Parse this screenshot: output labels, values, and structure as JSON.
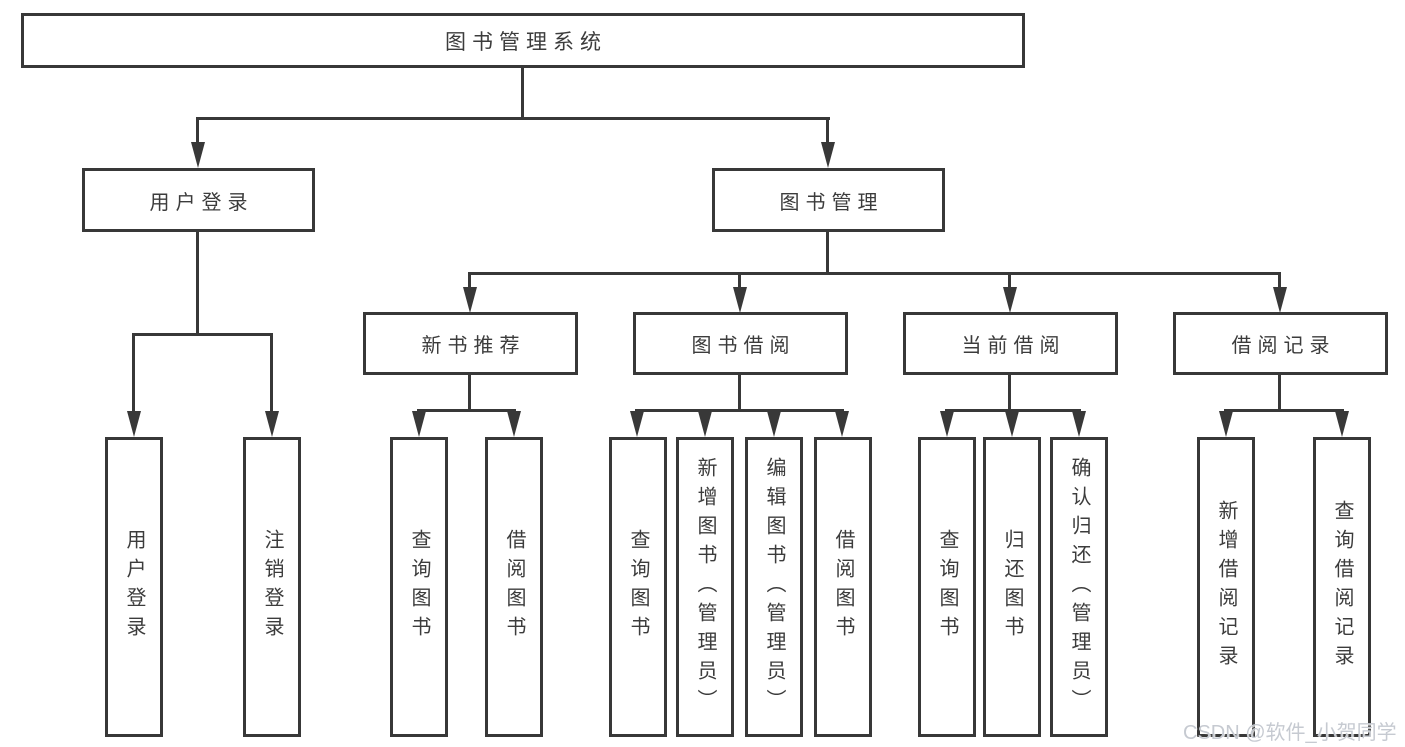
{
  "tree": {
    "label": "图书管理系统",
    "children": [
      {
        "label": "用户登录",
        "children": [
          {
            "label": "用户登录"
          },
          {
            "label": "注销登录"
          }
        ]
      },
      {
        "label": "图书管理",
        "children": [
          {
            "label": "新书推荐",
            "children": [
              {
                "label": "查询图书"
              },
              {
                "label": "借阅图书"
              }
            ]
          },
          {
            "label": "图书借阅",
            "children": [
              {
                "label": "查询图书"
              },
              {
                "label": "新增图书（管理员）"
              },
              {
                "label": "编辑图书（管理员）"
              },
              {
                "label": "借阅图书"
              }
            ]
          },
          {
            "label": "当前借阅",
            "children": [
              {
                "label": "查询图书"
              },
              {
                "label": "归还图书"
              },
              {
                "label": "确认归还（管理员）"
              }
            ]
          },
          {
            "label": "借阅记录",
            "children": [
              {
                "label": "新增借阅记录"
              },
              {
                "label": "查询借阅记录"
              }
            ]
          }
        ]
      }
    ]
  },
  "watermark": "CSDN @软件_小贺同学",
  "colors": {
    "line": "#383838",
    "text": "#3c3c3c",
    "watermark": "#c6cad1",
    "bg": "#ffffff"
  }
}
